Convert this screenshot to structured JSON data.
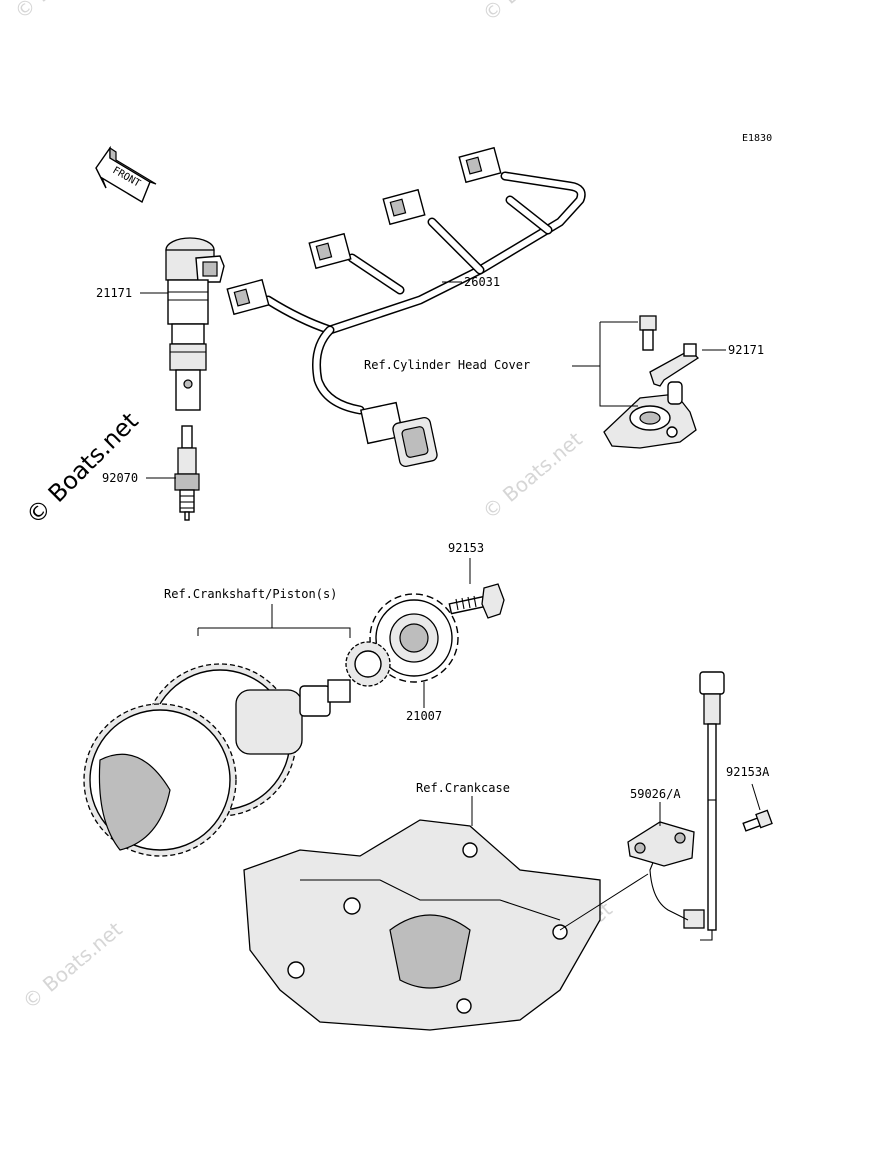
{
  "diagram_code": "E1830",
  "front_label": "FRONT",
  "watermark": "© Boats.net",
  "parts": {
    "ignition_coil": "21171",
    "spark_plug": "92070",
    "harness": "26031",
    "clamp": "92171",
    "bolt": "92153",
    "timing_rotor": "21007",
    "pickup_coil": "59026/A",
    "pickup_bolt": "92153A"
  },
  "refs": {
    "cylinder_head_cover": "Ref.Cylinder Head Cover",
    "crankshaft": "Ref.Crankshaft/Piston(s)",
    "crankcase": "Ref.Crankcase"
  }
}
